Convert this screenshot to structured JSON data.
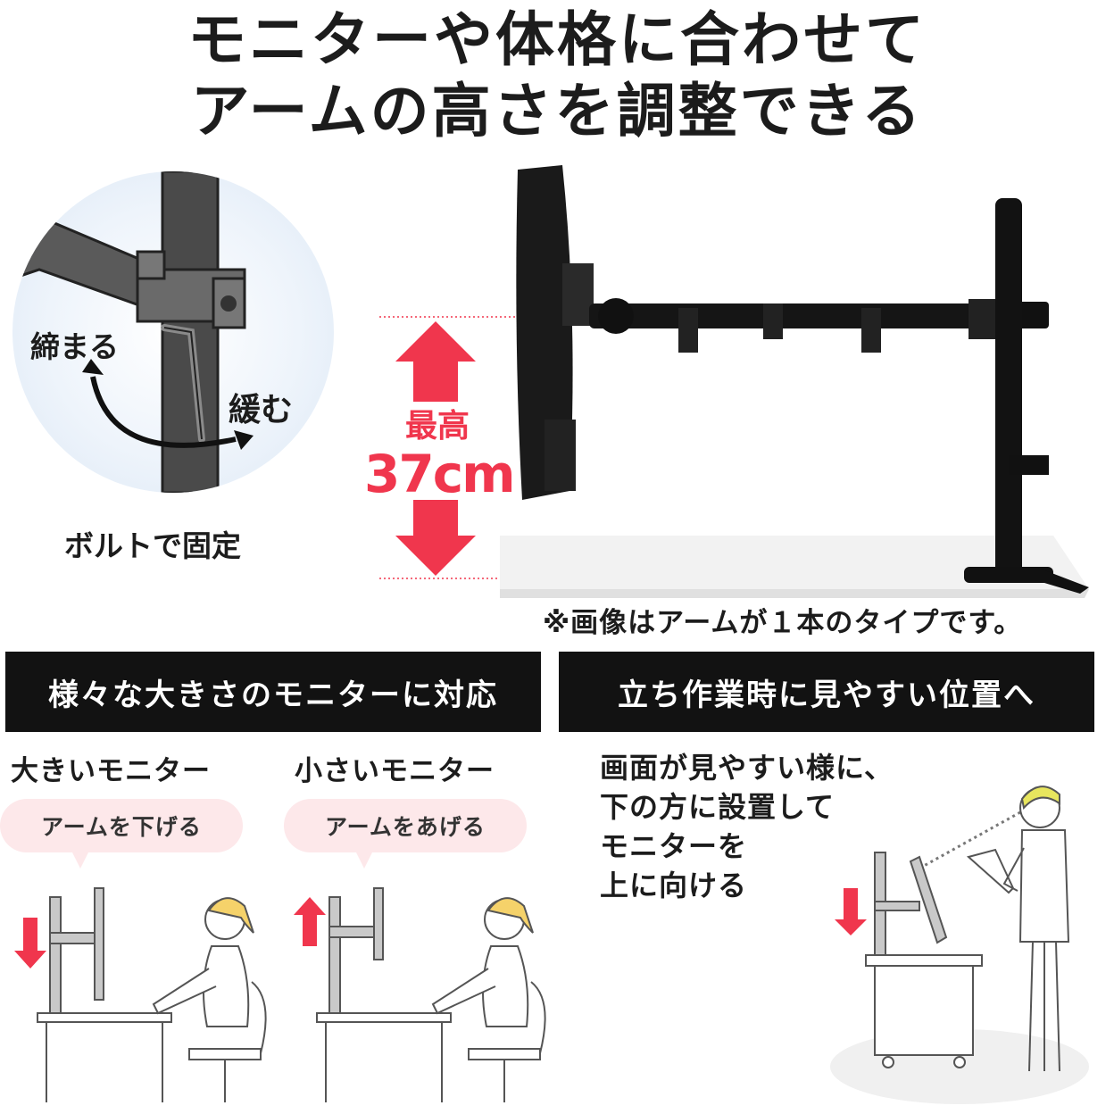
{
  "headline": {
    "line1": "モニターや体格に合わせて",
    "line2": "アームの高さを調整できる"
  },
  "bolt_detail": {
    "tighten_label": "締まる",
    "loosen_label": "緩む",
    "caption": "ボルトで固定"
  },
  "height": {
    "label": "最高",
    "value": "37cm"
  },
  "note": "※画像はアームが１本のタイプです。",
  "left_section": {
    "band_title": "様々な大きさのモニターに対応",
    "large": {
      "heading": "大きいモニター",
      "bubble": "アームを下げる"
    },
    "small": {
      "heading": "小さいモニター",
      "bubble": "アームをあげる"
    }
  },
  "right_section": {
    "band_title": "立ち作業時に見やすい位置へ",
    "description": [
      "画面が見やすい様に、",
      "下の方に設置して",
      "モニターを",
      "上に向ける"
    ]
  },
  "colors": {
    "accent_red": "#f0364d",
    "band_black": "#121212",
    "bubble_pink": "#fde8ea"
  }
}
